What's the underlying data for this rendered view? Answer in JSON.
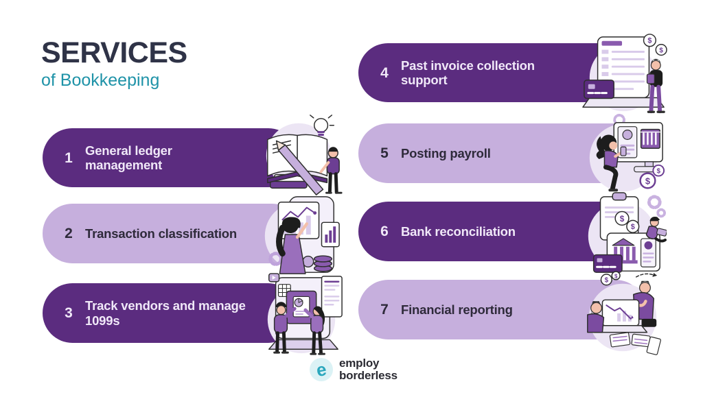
{
  "header": {
    "title": "SERVICES",
    "subtitle": "of Bookkeeping"
  },
  "colors": {
    "background": "#ffffff",
    "dark_pill": "#5B2C7F",
    "light_pill": "#C6AFDD",
    "title_text": "#2F3347",
    "subtitle_teal": "#1F93A8",
    "dark_pill_text": "#F0E8F8",
    "light_pill_text": "#2E2A3A",
    "illustration_accent": "#8A5BAE",
    "logo_teal": "#2AA7BD"
  },
  "items": [
    {
      "number": "1",
      "label": "General ledger management",
      "lines": [
        "General ledger",
        "management"
      ],
      "variant": "dark",
      "illustration": "open-book-pencil-lightbulb-person"
    },
    {
      "number": "2",
      "label": "Transaction classification",
      "lines": [
        "Transaction classification"
      ],
      "variant": "light",
      "illustration": "woman-analyzing-charts-coins-gears"
    },
    {
      "number": "3",
      "label": "Track vendors and manage 1099s",
      "lines": [
        "Track vendors and manage",
        "1099s"
      ],
      "variant": "dark",
      "illustration": "two-people-organizing-documents-screen"
    },
    {
      "number": "4",
      "label": "Past invoice collection support",
      "lines": [
        "Past invoice collection",
        "support"
      ],
      "variant": "dark",
      "illustration": "laptop-invoice-credit-card-coins-person"
    },
    {
      "number": "5",
      "label": "Posting payroll",
      "lines": [
        "Posting payroll"
      ],
      "variant": "light",
      "illustration": "woman-phone-monitor-bank-coins"
    },
    {
      "number": "6",
      "label": "Bank reconciliation",
      "lines": [
        "Bank reconciliation"
      ],
      "variant": "dark",
      "illustration": "clipboard-bank-coins-credit-card-person"
    },
    {
      "number": "7",
      "label": "Financial reporting",
      "lines": [
        "Financial reporting"
      ],
      "variant": "light",
      "illustration": "two-men-laptop-declining-chart-receipts"
    }
  ],
  "footer": {
    "logo_letter": "e",
    "brand_line1": "employ",
    "brand_line2": "borderless"
  }
}
